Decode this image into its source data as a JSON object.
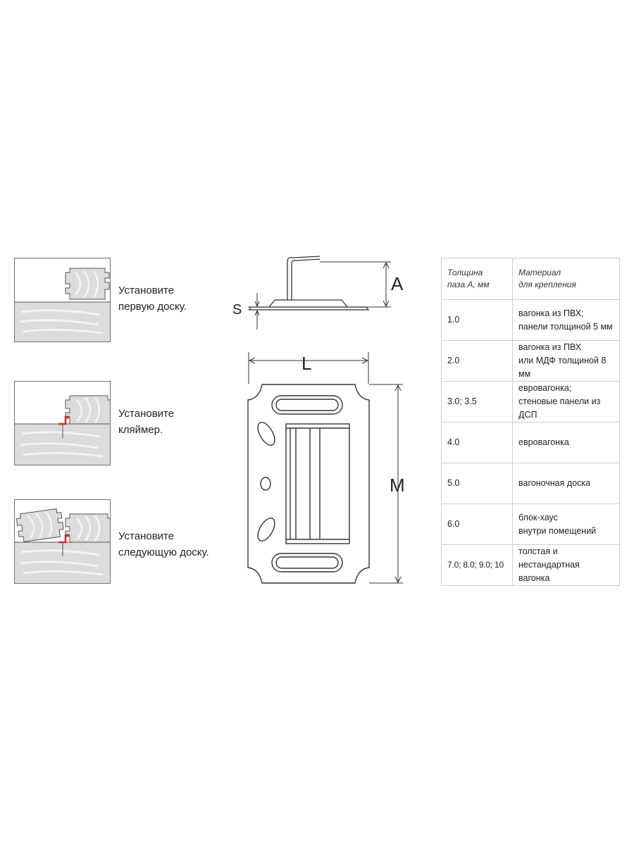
{
  "steps": [
    {
      "caption": "Установите\nпервую доску."
    },
    {
      "caption": "Установите\nкляймер."
    },
    {
      "caption": "Установите\nследующую доску."
    }
  ],
  "drawing": {
    "dim_A": "A",
    "dim_S": "S",
    "dim_L": "L",
    "dim_M": "M"
  },
  "table": {
    "header_thickness": "Толщина\nпаза А, мм",
    "header_material": "Материал\nдля крепления",
    "rows": [
      {
        "thickness": "1.0",
        "material": "вагонка из ПВХ;\nпанели толщиной 5 мм"
      },
      {
        "thickness": "2.0",
        "material": "вагонка из ПВХ\nили МДФ толщиной 8 мм"
      },
      {
        "thickness": "3.0; 3.5",
        "material": "евровагонка;\nстеновые панели из ДСП"
      },
      {
        "thickness": "4.0",
        "material": "евровагонка"
      },
      {
        "thickness": "5.0",
        "material": "вагоночная доска"
      },
      {
        "thickness": "6.0",
        "material": "блок-хаус\nвнутри помещений"
      },
      {
        "thickness": "7.0; 8.0; 9.0; 10",
        "material": "толстая и нестандартная\nвагонка"
      }
    ]
  },
  "colors": {
    "accent_red": "#d6261f",
    "board_fill": "#dcdcdc",
    "line": "#333333"
  }
}
